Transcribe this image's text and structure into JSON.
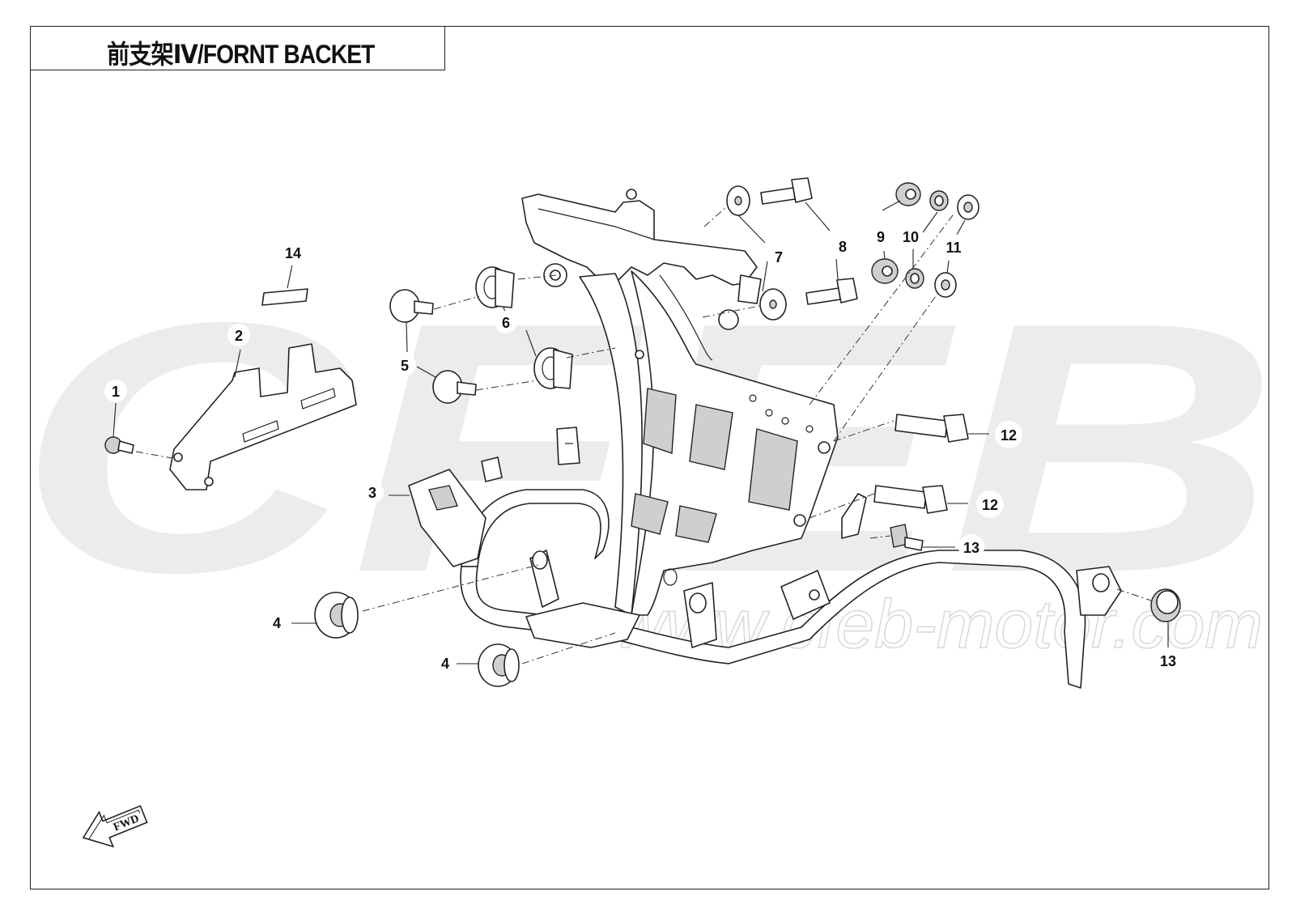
{
  "title": "前支架Ⅳ/FORNT BACKET",
  "watermark": {
    "logo_letters": "CFEB",
    "url": "www.cfeb-motor.com"
  },
  "fwd_label": "FWD",
  "callouts": [
    {
      "id": "c1",
      "label": "1"
    },
    {
      "id": "c2",
      "label": "2"
    },
    {
      "id": "c3",
      "label": "3"
    },
    {
      "id": "c4a",
      "label": "4"
    },
    {
      "id": "c4b",
      "label": "4"
    },
    {
      "id": "c5",
      "label": "5"
    },
    {
      "id": "c6",
      "label": "6"
    },
    {
      "id": "c7",
      "label": "7"
    },
    {
      "id": "c8",
      "label": "8"
    },
    {
      "id": "c9",
      "label": "9"
    },
    {
      "id": "c10",
      "label": "10"
    },
    {
      "id": "c11",
      "label": "11"
    },
    {
      "id": "c12a",
      "label": "12"
    },
    {
      "id": "c12b",
      "label": "12"
    },
    {
      "id": "c13a",
      "label": "13"
    },
    {
      "id": "c13b",
      "label": "13"
    },
    {
      "id": "c14",
      "label": "14"
    }
  ]
}
